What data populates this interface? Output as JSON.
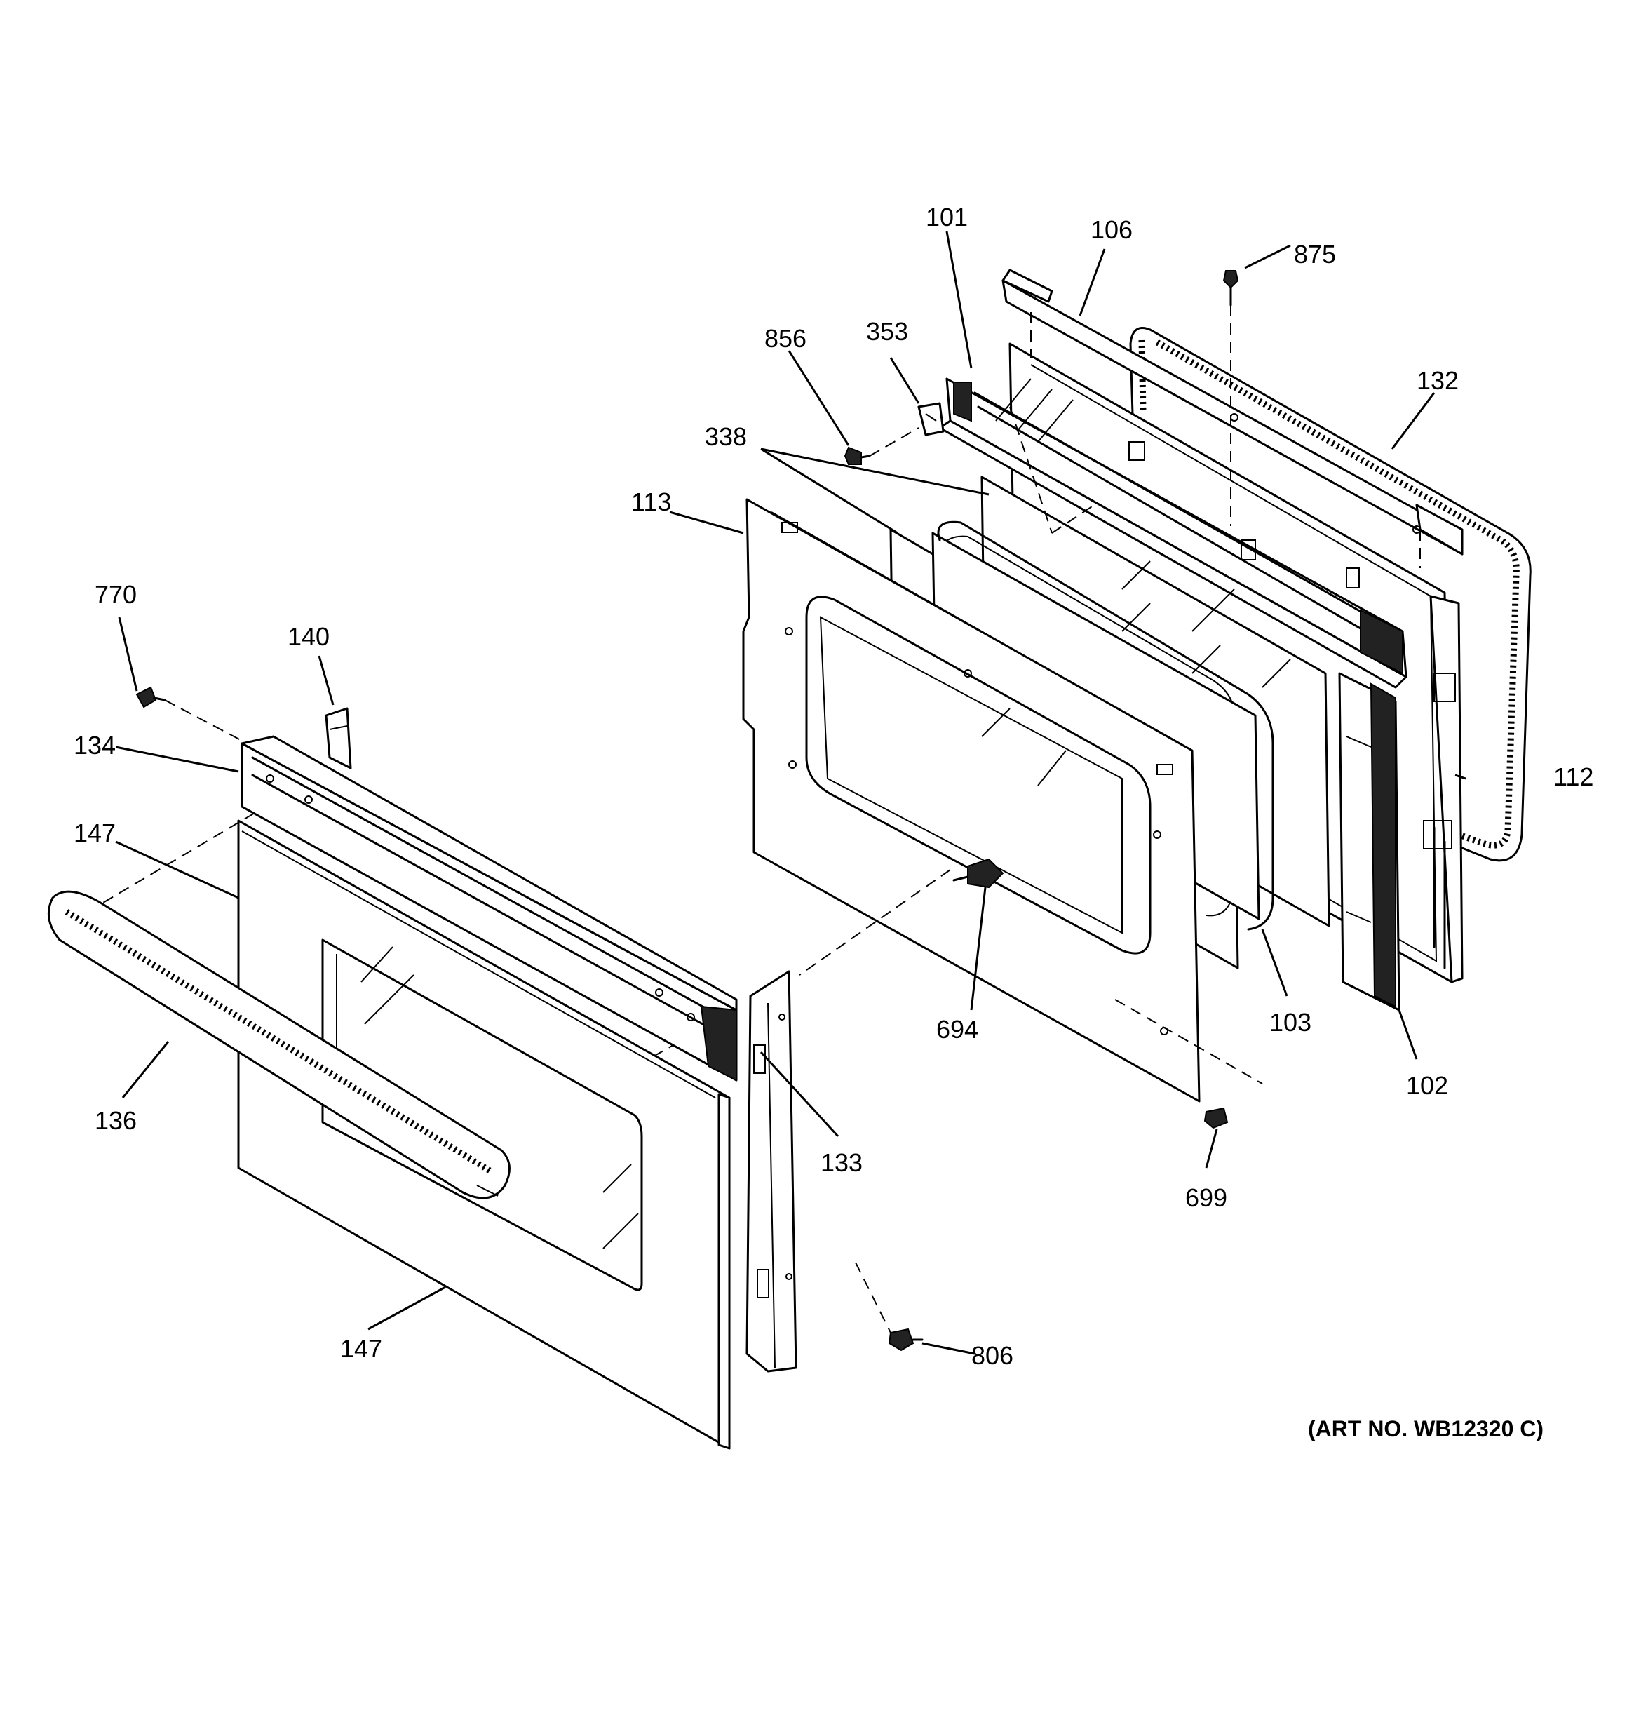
{
  "diagram": {
    "art_number": "(ART NO. WB12320 C)",
    "part_labels": {
      "p101": "101",
      "p106": "106",
      "p875": "875",
      "p856": "856",
      "p353": "353",
      "p132": "132",
      "p338": "338",
      "p113": "113",
      "p770": "770",
      "p140": "140",
      "p134": "134",
      "p112": "112",
      "p147_top": "147",
      "p694": "694",
      "p103": "103",
      "p102": "102",
      "p136": "136",
      "p133": "133",
      "p699": "699",
      "p806": "806",
      "p147_bottom": "147"
    }
  }
}
